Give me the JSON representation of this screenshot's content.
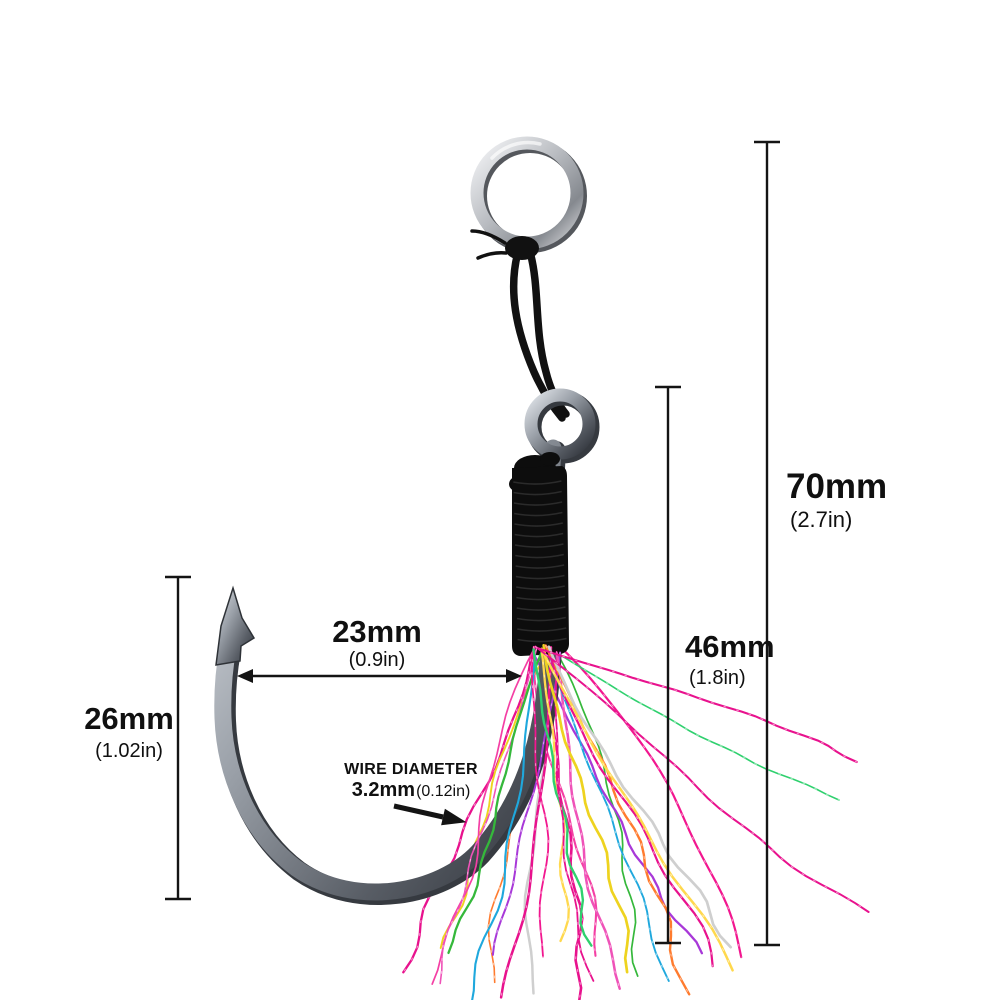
{
  "annotations": {
    "overall_length": {
      "mm": "70mm",
      "inch": "(2.7in)"
    },
    "hang_length": {
      "mm": "46mm",
      "inch": "(1.8in)"
    },
    "gape_height": {
      "mm": "26mm",
      "inch": "(1.02in)"
    },
    "gape_width": {
      "mm": "23mm",
      "inch": "(0.9in)"
    },
    "wire": {
      "label": "WIRE DIAMETER",
      "mm": "3.2mm",
      "inch": "(0.12in)"
    }
  },
  "colors": {
    "annotation": "#141414",
    "cord": "#111111",
    "thread_wrap": "#0d0d0d",
    "tinsel": [
      "#e8118d",
      "#f43fa4",
      "#ef52b8",
      "#eed31f",
      "#35b83b",
      "#1fa8dd",
      "#ff7b2e",
      "#a838d8",
      "#e8118d",
      "#cfcfcf",
      "#f2168f",
      "#ffd84d",
      "#e8118d",
      "#2fd06e"
    ]
  }
}
